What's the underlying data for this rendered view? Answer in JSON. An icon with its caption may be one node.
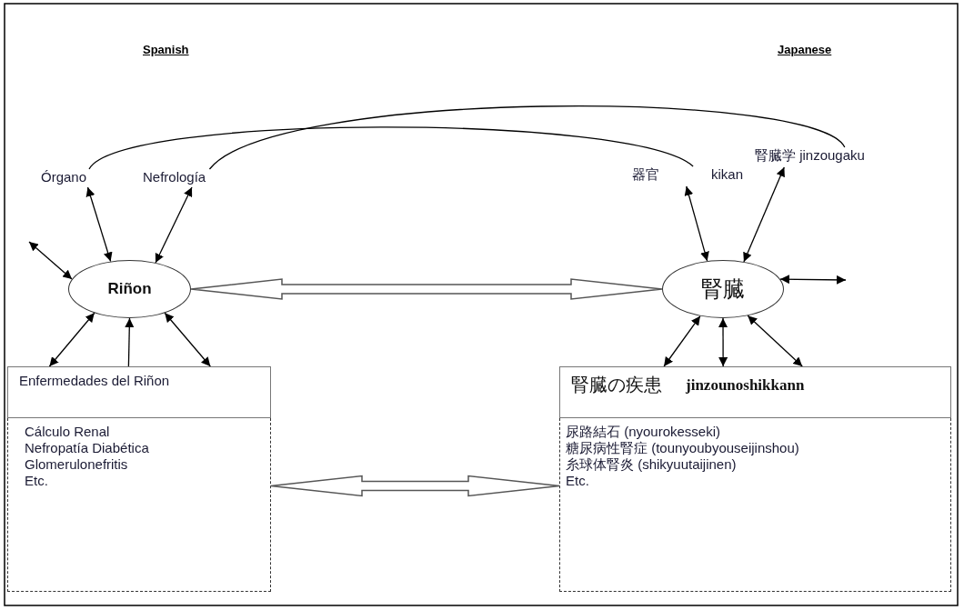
{
  "diagram": {
    "nodes": [
      {
        "text": [
          "Órgano"
        ]
      },
      {
        "text": [
          "Nefrología"
        ]
      },
      {
        "text": [
          "Riñon"
        ]
      },
      {
        "text": [
          "Enfermedades del Riñon"
        ]
      },
      {
        "text": [
          "Cálculo Renal",
          "Nefropatía Diabética",
          "Glomerulonefritis",
          "Etc."
        ]
      },
      {
        "text": [
          "器官",
          "kikan"
        ]
      },
      {
        "text": [
          "腎臓学 jinzougaku"
        ]
      },
      {
        "text": [
          "腎臓"
        ]
      },
      {
        "text": [
          "腎臓の疾患",
          "jinzounoshikkann"
        ]
      },
      {
        "text": [
          "尿路結石 (nyourokesseki)",
          "糖尿病性腎症 (tounyoubyouseijinshou)",
          "糸球体腎炎 (shikyuutaijinen)",
          "Etc."
        ]
      }
    ],
    "edges": [
      {
        "from": 0,
        "to": 5,
        "arrow": "none"
      },
      {
        "from": 1,
        "to": 6,
        "arrow": "none"
      },
      {
        "from": 0,
        "to": 2,
        "arrow": "both"
      },
      {
        "from": 1,
        "to": 2,
        "arrow": "both"
      },
      {
        "from": null,
        "to": 2,
        "arrow": "both"
      },
      {
        "from": 3,
        "to": 2,
        "arrow": "both"
      },
      {
        "from": 3,
        "to": 2,
        "arrow": "to"
      },
      {
        "from": 3,
        "to": 2,
        "arrow": "both"
      },
      {
        "from": 2,
        "to": 7,
        "arrow": "both",
        "style": "thick"
      },
      {
        "from": 5,
        "to": 7,
        "arrow": "both"
      },
      {
        "from": 6,
        "to": 7,
        "arrow": "both"
      },
      {
        "from": null,
        "to": 7,
        "arrow": "both"
      },
      {
        "from": 8,
        "to": 7,
        "arrow": "both"
      },
      {
        "from": 8,
        "to": 7,
        "arrow": "both"
      },
      {
        "from": 8,
        "to": 7,
        "arrow": "both"
      },
      {
        "from": 4,
        "to": 9,
        "arrow": "both",
        "style": "thick"
      }
    ],
    "labels": [
      "Spanish",
      "Japanese"
    ]
  }
}
